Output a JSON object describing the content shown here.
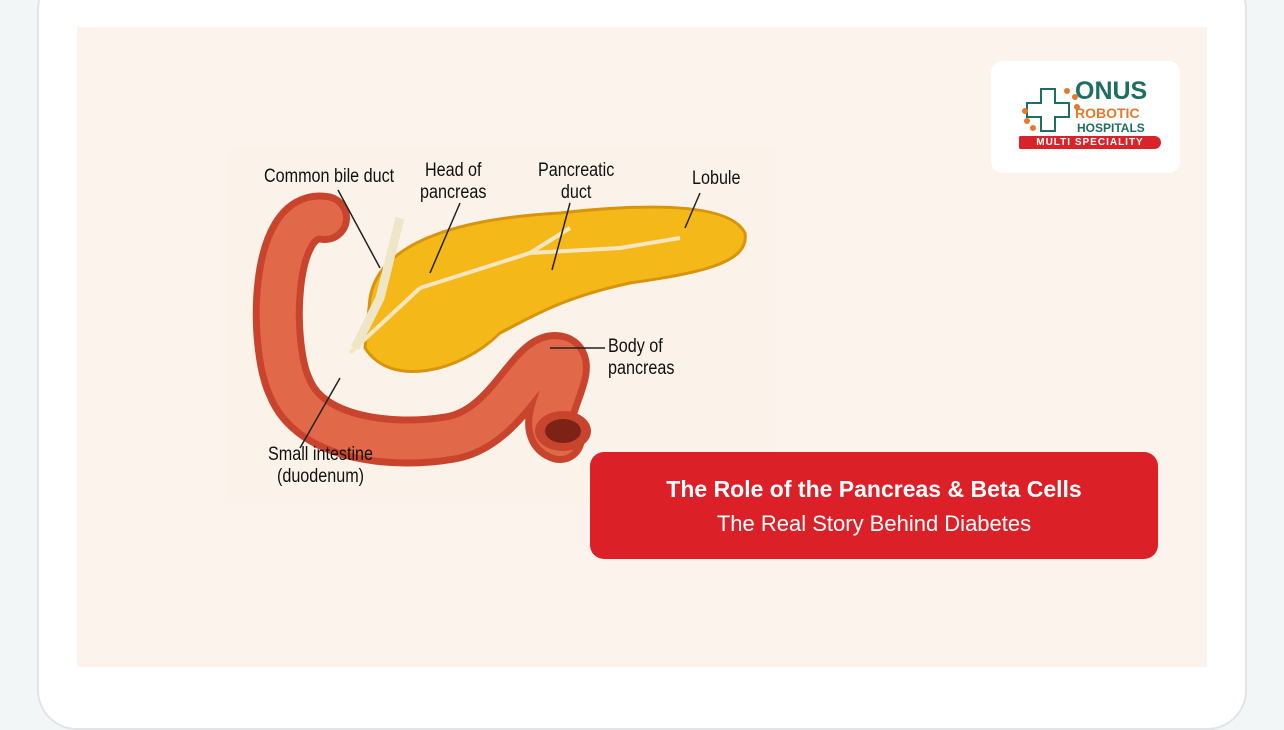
{
  "labels": {
    "common_bile_duct": "Common bile duct",
    "head_of_pancreas": "Head of\npancreas",
    "pancreatic_duct": "Pancreatic\nduct",
    "lobule": "Lobule",
    "body_of_pancreas": "Body of\npancreas",
    "small_intestine": "Small intestine\n(duodenum)"
  },
  "logo": {
    "name": "ONUS",
    "line2": "ROBOTIC",
    "line3": "HOSPITALS",
    "tagline": "MULTI SPECIALITY"
  },
  "title_card": {
    "title": "The Role of the Pancreas & Beta Cells",
    "subtitle": "The Real Story Behind Diabetes"
  },
  "colors": {
    "accent": "#dc2027",
    "brand_green": "#1f6e63",
    "brand_orange": "#e4792c"
  }
}
